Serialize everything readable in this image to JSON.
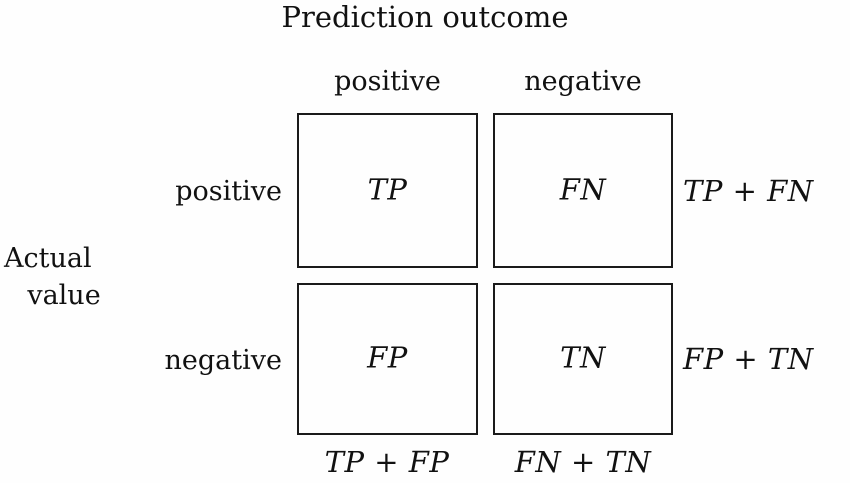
{
  "figure": {
    "type": "confusion-matrix-diagram",
    "background_color": "#fefefe",
    "line_color": "#1a1a1a",
    "text_color": "#111111"
  },
  "header": {
    "title": "Prediction outcome"
  },
  "axes": {
    "row_axis_label_line1": "Actual",
    "row_axis_label_line2": "value",
    "column_headers": [
      "positive",
      "negative"
    ],
    "row_headers": [
      "positive",
      "negative"
    ]
  },
  "matrix": {
    "cells": [
      {
        "name": "true-positive",
        "label": "TP",
        "row": "positive",
        "column": "positive"
      },
      {
        "name": "false-negative",
        "label": "FN",
        "row": "positive",
        "column": "negative"
      },
      {
        "name": "false-positive",
        "label": "FP",
        "row": "negative",
        "column": "positive"
      },
      {
        "name": "true-negative",
        "label": "TN",
        "row": "negative",
        "column": "negative"
      }
    ]
  },
  "margins": {
    "row_totals": [
      "TP + FN",
      "FP + TN"
    ],
    "column_totals": [
      "TP + FP",
      "FN + TN"
    ]
  }
}
